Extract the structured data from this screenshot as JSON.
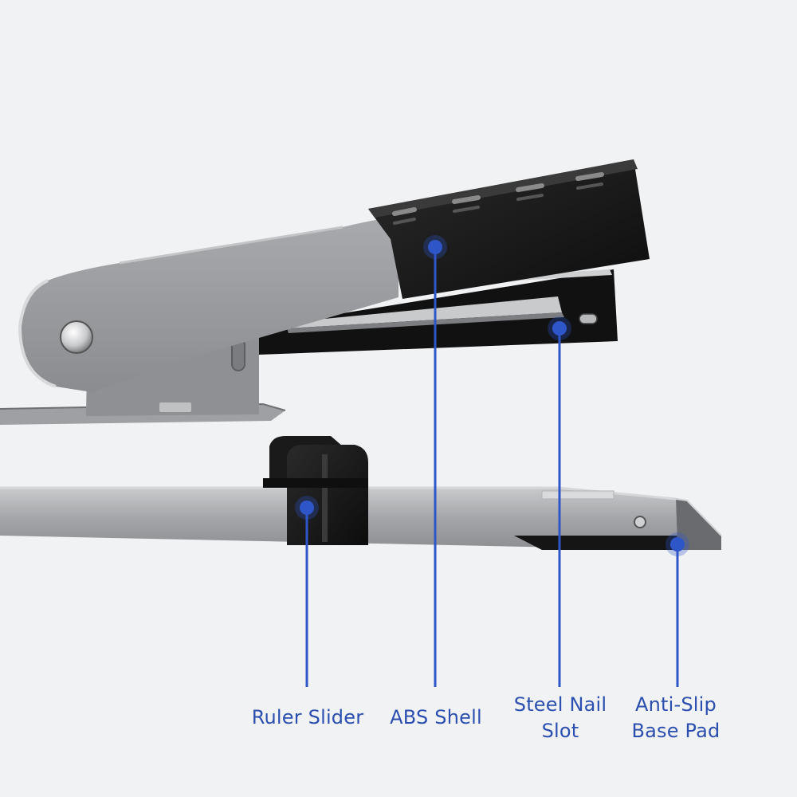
{
  "colors": {
    "background": "#f1f2f4",
    "callout": "#2f56c9",
    "label_text": "#2b4fb0",
    "metal": "#9a9b9d",
    "plastic": "#141414"
  },
  "callouts": {
    "ruler_slider": "Ruler Slider",
    "abs_shell": "ABS Shell",
    "steel_nail_slot": "Steel Nail\nSlot",
    "anti_slip_base_pad": "Anti-Slip\nBase Pad"
  }
}
